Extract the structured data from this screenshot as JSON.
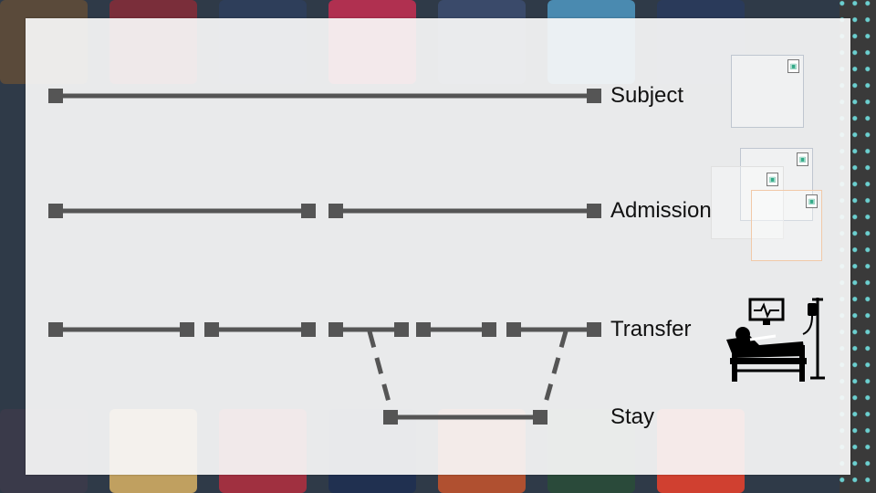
{
  "levels": {
    "subject": "Subject",
    "admission": "Admission",
    "transfer": "Transfer",
    "stay": "Stay"
  },
  "icons": {
    "hospital_patient": "hospital-bed-patient-icon",
    "broken_image": "broken-image-icon"
  },
  "colors": {
    "line": "#555555",
    "node": "#555555",
    "panel": "#f7f7f7",
    "text": "#111111"
  }
}
